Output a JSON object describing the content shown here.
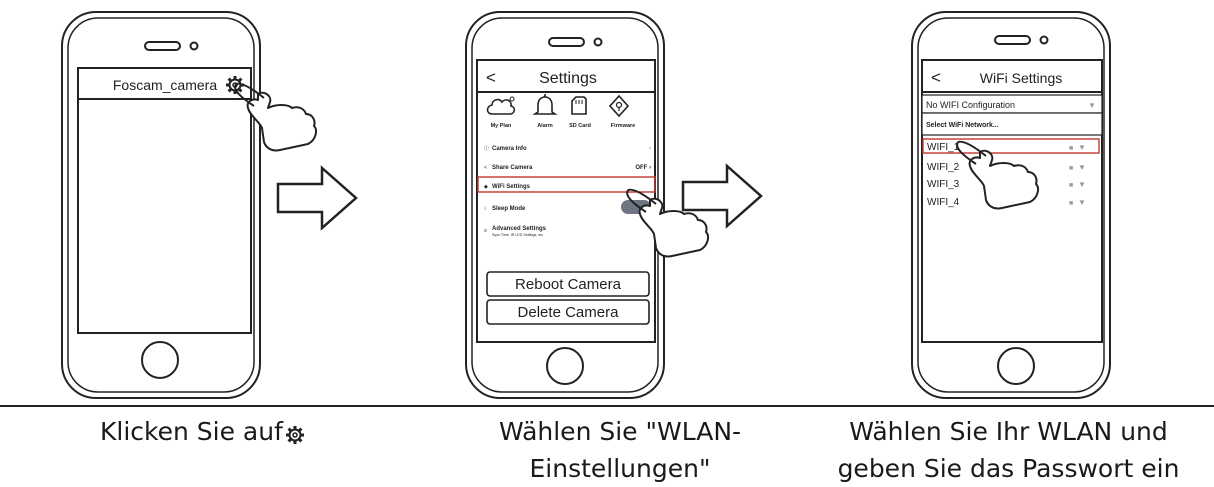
{
  "phone1": {
    "header_title": "Foscam_camera"
  },
  "phone2": {
    "back": "<",
    "title": "Settings",
    "icons": [
      "My Plan",
      "Alarm",
      "SD Card",
      "Firmware"
    ],
    "rows": [
      {
        "label": "Camera Info",
        "value": "›"
      },
      {
        "label": "Share Camera",
        "value": "OFF ›"
      },
      {
        "label": "WiFi Settings",
        "value": ""
      },
      {
        "label": "Sleep Mode",
        "value": ""
      },
      {
        "label": "Advanced Settings",
        "value": ""
      }
    ],
    "advanced_sub": "Sync Time, IR LED Settings, etc",
    "buttons": [
      "Reboot Camera",
      "Delete Camera"
    ]
  },
  "phone3": {
    "back": "<",
    "title": "WiFi Settings",
    "no_config": "No WIFI Configuration",
    "select_label": "Select WiFi Network...",
    "networks": [
      "WIFI_1",
      "WIFI_2",
      "WIFI_3",
      "WIFI_4"
    ]
  },
  "captions": {
    "step1": "Klicken Sie auf",
    "step2_line1": "Wählen Sie \"WLAN-",
    "step2_line2": "Einstellungen\"",
    "step3_line1": "Wählen Sie Ihr WLAN und",
    "step3_line2": "geben Sie das Passwort ein"
  },
  "colors": {
    "line": "#222222",
    "highlight": "#c0392b",
    "toggle": "#6f7483"
  }
}
